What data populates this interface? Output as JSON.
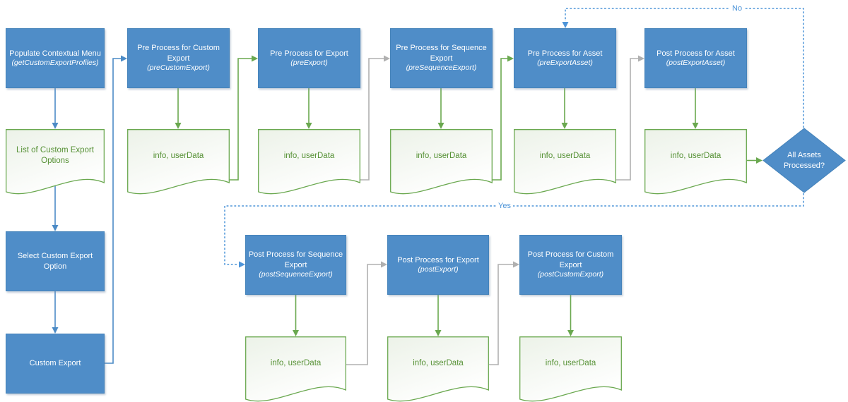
{
  "nodes": {
    "populate": {
      "title": "Populate Contextual Menu",
      "func": "(getCustomExportProfiles)"
    },
    "list_options": {
      "title": "List of Custom Export Options"
    },
    "select_option": {
      "title": "Select Custom Export Option"
    },
    "custom_export": {
      "title": "Custom Export"
    },
    "pre_custom": {
      "title": "Pre Process for Custom Export",
      "func": "(preCustomExport)"
    },
    "pre_export": {
      "title": "Pre Process for Export",
      "func": "(preExport)"
    },
    "pre_sequence": {
      "title": "Pre Process for Sequence Export",
      "func": "(preSequenceExport)"
    },
    "pre_asset": {
      "title": "Pre Process for Asset",
      "func": "(preExportAsset)"
    },
    "post_asset": {
      "title": "Post Process for Asset",
      "func": "(postExportAsset)"
    },
    "decision": {
      "title": "All Assets Processed?"
    },
    "post_sequence": {
      "title": "Post Process for Sequence Export",
      "func": "(postSequenceExport)"
    },
    "post_export": {
      "title": "Post Process for Export",
      "func": "(postExport)"
    },
    "post_custom": {
      "title": "Post Process for Custom Export",
      "func": "(postCustomExport)"
    }
  },
  "document_label": "info, userData",
  "edge_labels": {
    "no": "No",
    "yes": "Yes"
  },
  "colors": {
    "process_fill": "#4f8dc8",
    "process_border": "#4583ba",
    "doc_border": "#6aa84f",
    "doc_text": "#569135",
    "connector_blue": "#4c8bc6",
    "connector_green": "#6aa84f",
    "connector_gray": "#b0b0b0",
    "dashed_blue": "#4e95d9"
  }
}
